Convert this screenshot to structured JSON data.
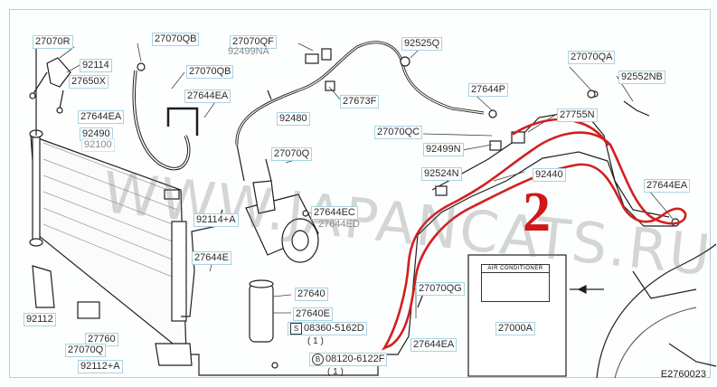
{
  "watermark": "WWW.JAPANCATS.RU",
  "annotation_number": "2",
  "diagram_code": "E2760023",
  "ac_label": "AIR CONDITIONER",
  "labels": {
    "l01": "27070R",
    "l02": "92114",
    "l03": "27650X",
    "l04": "27644EA",
    "l05": "92490",
    "l06": "92100",
    "l07": "27070QB",
    "l08": "27070QB",
    "l09": "27644EA",
    "l10": "27070QF",
    "l11": "92499NA",
    "l12": "92525Q",
    "l13": "27673F",
    "l14": "92480",
    "l15": "27644P",
    "l16": "27070QC",
    "l17": "92499N",
    "l18": "27070Q",
    "l19": "92524N",
    "l20": "92440",
    "l21": "27755N",
    "l22": "27070QA",
    "l23": "92552NB",
    "l24": "27644EA",
    "l25": "27644EC",
    "l26": "27644ED",
    "l27": "92114+A",
    "l28": "27644E",
    "l29": "27640",
    "l30": "27640E",
    "l31": "27070QG",
    "l32": "27644EA",
    "l33": "27000A",
    "l34": "92112",
    "l35": "27760",
    "l36": "27070Q",
    "l37": "92112+A"
  },
  "bolts": {
    "b1_symbol": "S",
    "b1_part": "08360-5162D",
    "b1_qty": "( 1 )",
    "b2_symbol": "B",
    "b2_part": "08120-6122F",
    "b2_qty": "( 1 )"
  }
}
